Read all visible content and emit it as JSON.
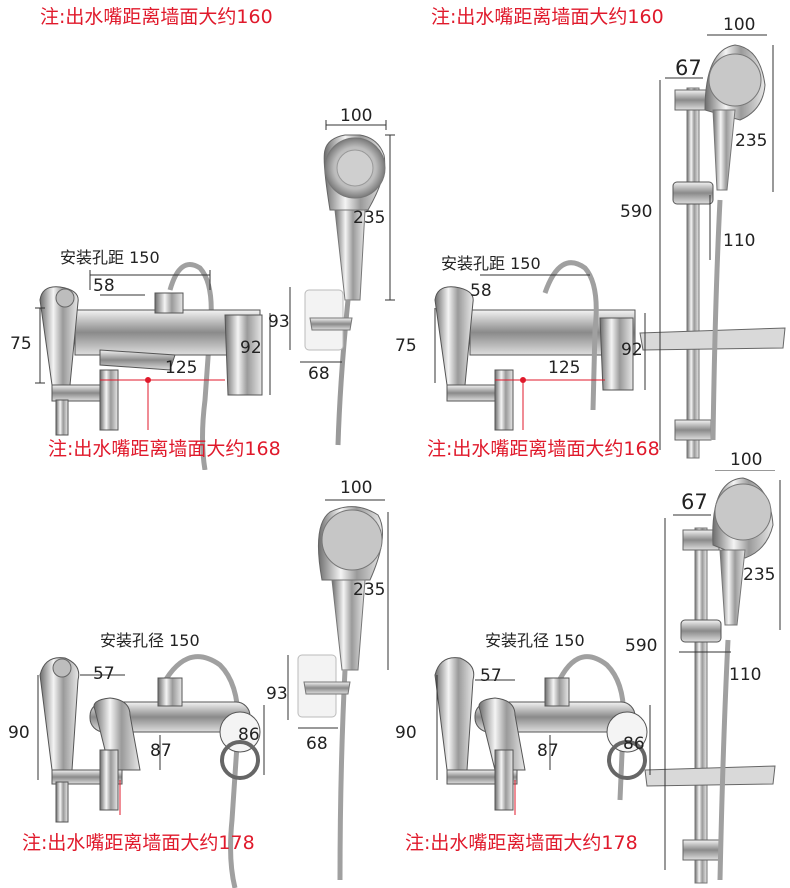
{
  "panels": [
    {
      "note_top": "注:出水嘴距离墙面大约160",
      "note_bottom": "注:出水嘴距离墙面大约168",
      "hole_label": "安装孔距 150",
      "dims": {
        "head_width": "100",
        "head_height": "235",
        "holder_height": "93",
        "holder_depth": "68",
        "valve_width": "58",
        "left_height": "75",
        "body_height": "92",
        "spout": "125"
      }
    },
    {
      "note_top": "注:出水嘴距离墙面大约160",
      "note_bottom": "注:出水嘴距离墙面大约168",
      "hole_label": "安装孔距 150",
      "dims": {
        "head_width": "100",
        "head_height": "235",
        "bar_height": "590",
        "bar_offset": "67",
        "slider": "110",
        "valve_width": "58",
        "left_height": "75",
        "body_height": "92",
        "spout": "125"
      }
    },
    {
      "note_bottom": "注:出水嘴距离墙面大约178",
      "hole_label": "安装孔径 150",
      "dims": {
        "head_width": "100",
        "head_height": "235",
        "holder_height": "93",
        "holder_depth": "68",
        "valve_width": "57",
        "left_height": "90",
        "spout": "87",
        "knob": "86"
      }
    },
    {
      "note_bottom": "注:出水嘴距离墙面大约178",
      "hole_label": "安装孔径 150",
      "dims": {
        "head_width": "100",
        "head_height": "235",
        "bar_height": "590",
        "bar_offset": "67",
        "slider": "110",
        "valve_width": "57",
        "left_height": "90",
        "spout": "87",
        "knob": "86"
      }
    }
  ],
  "colors": {
    "note": "#e0192b",
    "chrome_light": "#f2f2f2",
    "chrome_dark": "#5a5a5a"
  }
}
